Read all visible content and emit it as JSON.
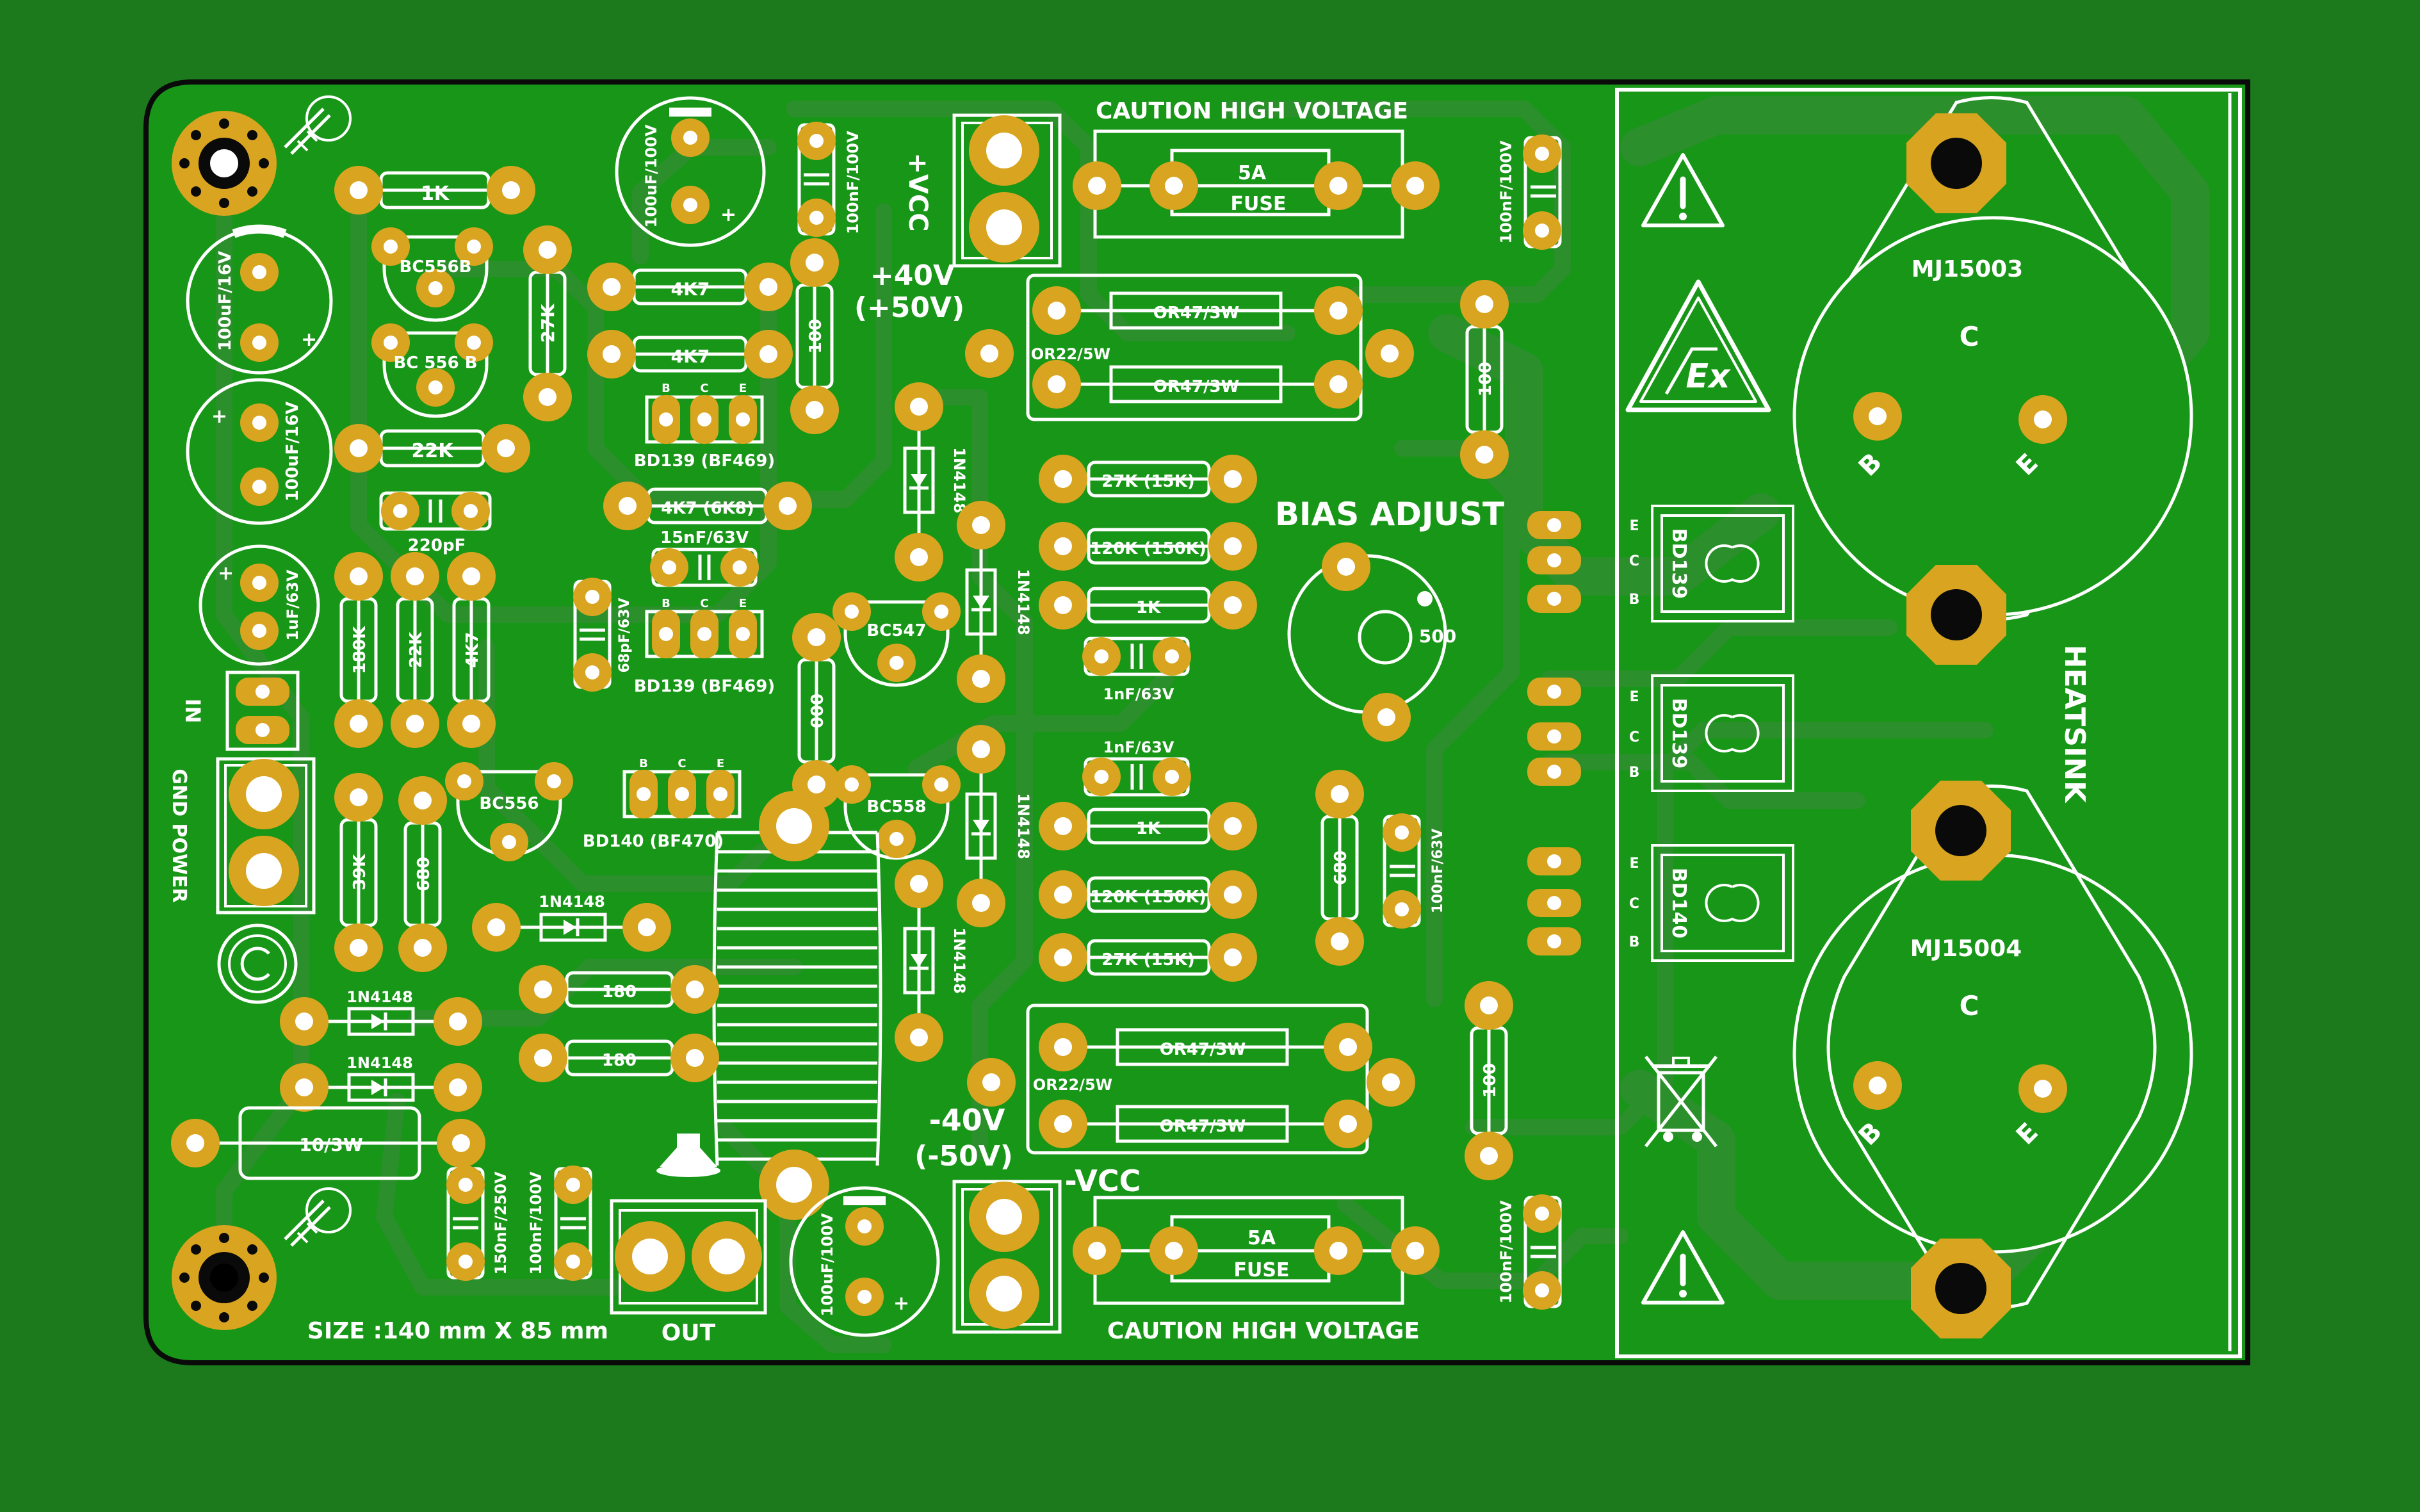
{
  "board": {
    "colors": {
      "background": "#1c7a1c",
      "board": "#179617",
      "trace": "#2b8f2b",
      "pad": "#d9a520",
      "silkscreen": "#ffffff",
      "outline": "#0a0a0a"
    }
  },
  "headers": {
    "caution_top": "CAUTION HIGH VOLTAGE",
    "caution_bottom": "CAUTION HIGH VOLTAGE",
    "vcc_pos": "+VCC",
    "vcc_pos_volt": "+40V",
    "vcc_pos_alt": "(+50V)",
    "vcc_neg_volt": "-40V",
    "vcc_neg_alt": "(-50V)",
    "vcc_neg": "-VCC",
    "bias_adjust": "BIAS ADJUST",
    "heatsink": "HEATSINK",
    "in": "IN",
    "gnd_power": "GND POWER",
    "out": "OUT",
    "size": "SIZE :140 mm X 85 mm"
  },
  "components": {
    "r_1k_top": "1K",
    "q_bc556b_1": "BC556B",
    "q_bc556b_2": "BC 556 B",
    "r_27k": "27K",
    "r_22k_a": "22K",
    "c_220pf": "220pF",
    "c_100uf_16v_a": "100uF/16V",
    "c_100uf_16v_b": "100uF/16V",
    "c_1uf_63v": "1uF/63V",
    "r_180k": "180K",
    "r_22k_b": "22K",
    "r_4k7_v": "4K7",
    "c_100uf_100v_top": "100uF/100V",
    "c_100nf_100v_top": "100nF/100V",
    "r_4k7_1": "4K7",
    "r_4k7_2": "4K7",
    "r_100_top": "100",
    "q_bd139_top": "BD139 (BF469)",
    "r_4k7_6k8": "4K7 (6K8)",
    "c_15nf_63v": "15nF/63V",
    "c_68pf_63v": "68pF/63V",
    "q_bd139_mid": "BD139 (BF469)",
    "r_000": "000",
    "q_bc547": "BC547",
    "d_1n4148_a": "1N4148",
    "d_1n4148_b": "1N4148",
    "fuse_top_rating": "5A",
    "fuse_top_label": "FUSE",
    "c_100nf_100v_right_top": "100nF/100V",
    "r_or47_1": "OR47/3W",
    "r_or47_2": "OR47/3W",
    "r_or22_top": "OR22/5W",
    "r_100_right_top": "100",
    "r_27k_15k_top": "27K  (15K)",
    "r_120k_150k_top": "120K (150K)",
    "r_1k_mid_top": "1K",
    "c_1nf_63v_top": "1nF/63V",
    "pot_500": "500",
    "q_bc556": "BC556",
    "r_39k": "39K",
    "r_680_a": "680",
    "q_bd140_left": "BD140 (BF470)",
    "q_bc558": "BC558",
    "d_1n4148_c": "1N4148",
    "d_1n4148_d": "1N4148",
    "d_1n4148_e": "1N4148",
    "d_1n4148_f": "1N4148",
    "d_1n4148_g": "1N4148",
    "r_180_a": "180",
    "r_180_b": "180",
    "r_10_3w": "10/3W",
    "c_150nf_250v": "150nF/250V",
    "c_100nf_100v_bl": "100nF/100V",
    "c_100uf_100v_bot": "100uF/100V",
    "c_1nf_63v_bot": "1nF/63V",
    "r_1k_mid_bot": "1K",
    "r_120k_150k_bot": "120K (150K)",
    "r_27k_15k_bot": "27K  (15K)",
    "r_680_b": "680",
    "c_100nf_63v": "100nF/63V",
    "r_or47_3": "OR47/3W",
    "r_or47_4": "OR47/3W",
    "r_or22_bot": "OR22/5W",
    "r_100_right_bot": "100",
    "fuse_bot_rating": "5A",
    "fuse_bot_label": "FUSE",
    "c_100nf_100v_right_bot": "100nF/100V",
    "q_bd139_heat_1": "BD139",
    "q_bd139_heat_2": "BD139",
    "q_bd140_heat": "BD140",
    "q_mj15003": "MJ15003",
    "q_mj15004": "MJ15004",
    "pin_c": "C",
    "pin_b": "B",
    "pin_e": "E",
    "pins_ecb": [
      "E",
      "C",
      "B"
    ],
    "pins_bce": [
      "B",
      "C",
      "E"
    ],
    "pins_ebc": [
      "E",
      "B",
      "C"
    ],
    "ex_mark": "Ex"
  },
  "icons": [
    "warning-triangle-icon",
    "ex-hazard-icon",
    "weee-bin-icon",
    "copyright-icon",
    "screw-icon",
    "speaker-icon"
  ]
}
